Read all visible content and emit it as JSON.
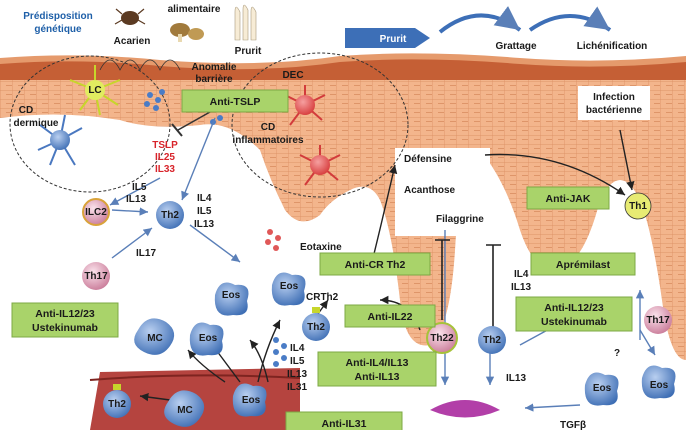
{
  "top": {
    "predisposition": [
      "Prédisposition",
      "génétique"
    ],
    "acarien": "Acarien",
    "alimentaire": "alimentaire",
    "prurit_small": "Prurit",
    "prurit_arrow": "Prurit",
    "grattage": "Grattage",
    "lichenification": "Lichénification"
  },
  "skin": {
    "anomalie": [
      "Anomalie",
      "barrière"
    ],
    "lc": "LC",
    "dec": "DEC",
    "cd_dermique": [
      "CD",
      "dermique"
    ],
    "cd_inflam": [
      "CD",
      "inflammatoires"
    ],
    "cytokines_red": [
      "TSLP",
      "IL25",
      "IL33"
    ],
    "il5_il13": [
      "IL5",
      "IL13"
    ],
    "il4_il5_il13": [
      "IL4",
      "IL5",
      "IL13"
    ],
    "il17": "IL17",
    "eotaxine": "Eotaxine",
    "crth2": "CRTh2",
    "defensine": "Défensine",
    "acanthose": "Acanthose",
    "filaggrine": "Filaggrine",
    "infection": [
      "Infection",
      "bactérienne"
    ],
    "il4_il13_right": [
      "IL4",
      "IL13"
    ],
    "il4_il31": [
      "IL4",
      "IL5",
      "IL13",
      "IL31"
    ],
    "il13_bottom": "IL13",
    "question": "?",
    "tgfb": "TGFβ"
  },
  "cells": {
    "ilc2": "ILC2",
    "th2_a": "Th2",
    "th17_a": "Th17",
    "eos": "Eos",
    "mc": "MC",
    "th2_b": "Th2",
    "th22": "Th22",
    "th2_c": "Th2",
    "th1": "Th1",
    "th17_b": "Th17",
    "th2_d": "Th2"
  },
  "therapies": {
    "anti_tslp": "Anti-TSLP",
    "anti_il12_left": [
      "Anti-IL12/23",
      "Ustekinumab"
    ],
    "anti_cr_th2": "Anti-CR Th2",
    "anti_il22": "Anti-IL22",
    "anti_il4_il13": [
      "Anti-IL4/IL13",
      "Anti-IL13"
    ],
    "anti_il31": "Anti-IL31",
    "anti_jak": "Anti-JAK",
    "apremilast": "Aprémilast",
    "anti_il12_right": [
      "Anti-IL12/23",
      "Ustekinumab"
    ]
  },
  "colors": {
    "skin": "#f2b48c",
    "skin_dark": "#c76a3c",
    "therapy_box": "#a9d36a",
    "cell_blue": "#5b87c7",
    "cell_pink": "#e6a9c0",
    "red_text": "#d8242b",
    "blue_text": "#1e5fa8"
  }
}
